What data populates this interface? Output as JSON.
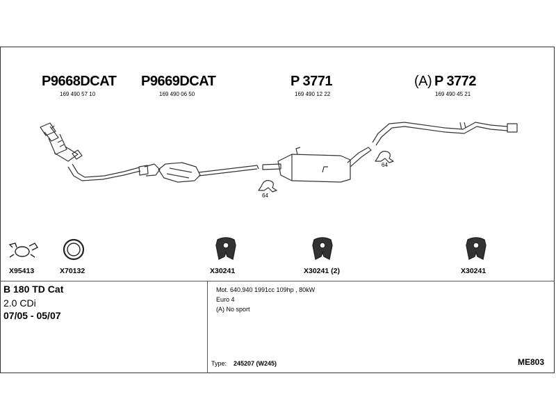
{
  "parts": [
    {
      "prefix": "",
      "code": "P9668DCAT",
      "oe": "169 490 57 10"
    },
    {
      "prefix": "",
      "code": "P9669DCAT",
      "oe": "169 490 06 50"
    },
    {
      "prefix": "",
      "code": "P 3771",
      "oe": "169 490 12 22"
    },
    {
      "prefix": "(A)",
      "code": "P 3772",
      "oe": "169 490 45 21"
    }
  ],
  "clamp_sizes": [
    "64",
    "64"
  ],
  "accessories": [
    {
      "code": "X95413",
      "icon": "clamp-icon"
    },
    {
      "code": "X70132",
      "icon": "gasket-ring-icon"
    },
    {
      "code": "X30241",
      "icon": "rubber-hanger-icon"
    },
    {
      "code": "X30241 (2)",
      "icon": "rubber-hanger-icon"
    },
    {
      "code": "X30241",
      "icon": "rubber-hanger-icon"
    }
  ],
  "vehicle": {
    "model": "B 180 TD Cat",
    "engine": "2.0 CDi",
    "years": "07/05 - 05/07"
  },
  "details": {
    "motor": "Mot. 640.940 1991cc 109hp , 80kW",
    "emission": "Euro 4",
    "note": "(A) No sport",
    "type_label": "Type:",
    "type_value": "245207 (W245)"
  },
  "reference": "ME803"
}
